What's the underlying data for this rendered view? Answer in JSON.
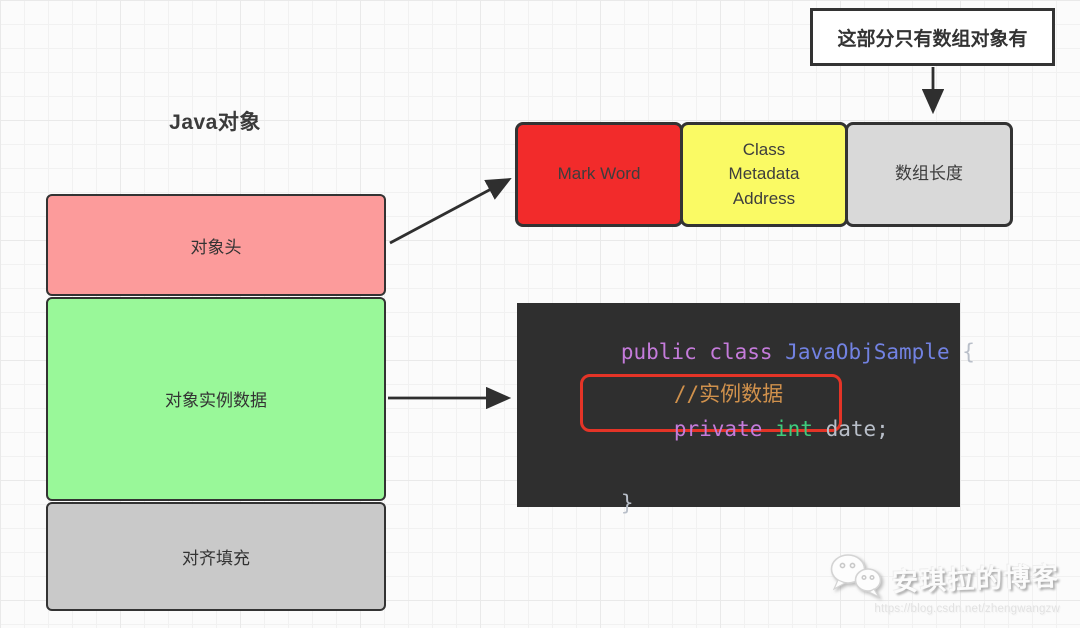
{
  "page": {
    "background": "#fbfbfb",
    "grid_minor_color": "#f1f1f1",
    "grid_major_color": "#e9e9e9",
    "stroke_color": "#2f2f2f"
  },
  "title": {
    "label": "Java对象"
  },
  "stack": {
    "items": [
      {
        "label": "对象头",
        "fill": "#fc9b9b"
      },
      {
        "label": "对象实例数据",
        "fill": "#99f899"
      },
      {
        "label": "对齐填充",
        "fill": "#c9c9c9"
      }
    ]
  },
  "annotation": {
    "label": "这部分只有数组对象有"
  },
  "memory_row": {
    "items": [
      {
        "label": "Mark Word",
        "fill": "#f22b2b"
      },
      {
        "label": "Class Metadata Address",
        "fill": "#fafa64"
      },
      {
        "label": "数组长度",
        "fill": "#d9d9d9"
      }
    ]
  },
  "code": {
    "background": "#2f2f2f",
    "highlight_border": "#e43427",
    "colors": {
      "keyword": "#c57bdb",
      "classname": "#7282e2",
      "plain": "#b9bfc9",
      "comment": "#d0914c",
      "type": "#3ecb7c"
    },
    "line1": {
      "keyword": "public class ",
      "classname": "JavaObjSample",
      "brace": " {"
    },
    "line2": {
      "comment": "//实例数据"
    },
    "line3": {
      "keyword": "private ",
      "type": "int ",
      "plain": "date;"
    },
    "line4": {
      "brace": "}"
    }
  },
  "watermark": {
    "name": "安琪拉的博客",
    "url": "https://blog.csdn.net/zhengwangzw"
  }
}
